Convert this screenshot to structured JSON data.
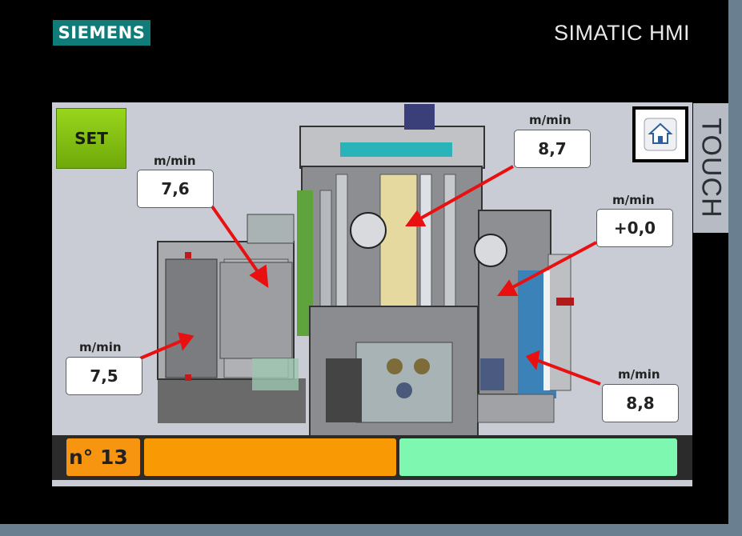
{
  "header": {
    "brand": "SIEMENS",
    "model": "SIMATIC HMI",
    "side_label": "TOUCH"
  },
  "buttons": {
    "set": "SET",
    "home_icon": "home-icon"
  },
  "speeds": [
    {
      "unit": "m/min",
      "value": "7,6"
    },
    {
      "unit": "m/min",
      "value": "8,7"
    },
    {
      "unit": "m/min",
      "value": "+0,0"
    },
    {
      "unit": "m/min",
      "value": "7,5"
    },
    {
      "unit": "m/min",
      "value": "8,8"
    }
  ],
  "status": {
    "counter": "n° 13",
    "orange_color": "#f99a05",
    "green_color": "#7ef8b0"
  },
  "colors": {
    "brand": "#0f7c7a",
    "arrow": "#e81010",
    "set_button": "#8bc90f"
  }
}
